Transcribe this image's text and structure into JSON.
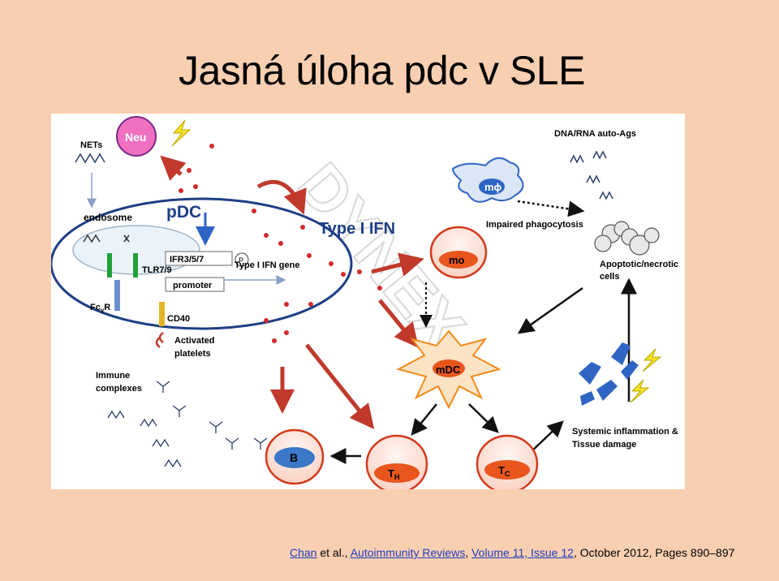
{
  "title": "Jasná úloha pdc v SLE",
  "figure": {
    "labels": {
      "nets": "NETs",
      "neu": "Neu",
      "endosome": "endosome",
      "pdc": "pDC",
      "tlr": "TLR7/9",
      "irf": "IFR3/5/7",
      "p": "P",
      "ifn_gene": "Type I IFN gene",
      "promoter": "promoter",
      "fcr_main": "Fc",
      "fcr_sub": "γ",
      "fcr_end": "R",
      "cd40": "CD40",
      "activated": "Activated",
      "platelets": "platelets",
      "immune": "Immune",
      "complexes": "complexes",
      "type1ifn": "Type I IFN",
      "auto_ags": "DNA/RNA auto-Ags",
      "mphi": "mϕ",
      "impaired": "Impaired phagocytosis",
      "mo": "mo",
      "apoptotic": "Apoptotic/necrotic",
      "cells": "cells",
      "mdc": "mDC",
      "systemic": "Systemic inflammation &",
      "tissue": "Tissue damage",
      "b": "B",
      "th_main": "T",
      "th_sub": "H",
      "tc_main": "T",
      "tc_sub": "C",
      "watermark": "DYNEX"
    }
  },
  "citation": {
    "author": "Chan",
    "etal": " et al., ",
    "journal": "Autoimmunity Reviews",
    "sep1": ", ",
    "volume": "Volume 11, Issue 12",
    "rest": ", October 2012, Pages 890–897"
  },
  "colors": {
    "background": "#f9cfb1",
    "link": "#1f3dbf",
    "arrow_red": "#c0392b",
    "cell_fill": "#e8561e",
    "cell_blue": "#3b78c8"
  }
}
